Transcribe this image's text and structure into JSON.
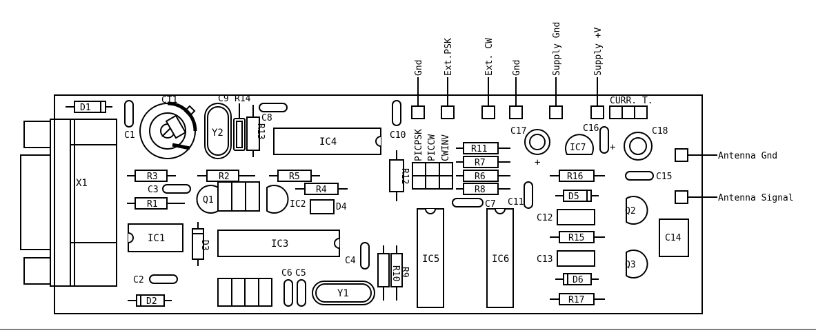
{
  "labels": {
    "D1": "D1",
    "D2": "D2",
    "D3": "D3",
    "D4": "D4",
    "D5": "D5",
    "D6": "D6",
    "CT1": "CT1",
    "C1": "C1",
    "C2": "C2",
    "C3": "C3",
    "C4": "C4",
    "C5": "C5",
    "C6": "C6",
    "C7": "C7",
    "C8": "C8",
    "C9": "C9",
    "C10": "C10",
    "C11": "C11",
    "C12": "C12",
    "C13": "C13",
    "C14": "C14",
    "C15": "C15",
    "C16": "C16",
    "C17": "C17",
    "C18": "C18",
    "R1": "R1",
    "R2": "R2",
    "R3": "R3",
    "R4": "R4",
    "R5": "R5",
    "R6": "R6",
    "R7": "R7",
    "R8": "R8",
    "R9": "R9",
    "R10": "R10",
    "R11": "R11",
    "R12": "R12",
    "R13": "R13",
    "R14": "R14",
    "R15": "R15",
    "R16": "R16",
    "R17": "R17",
    "IC1": "IC1",
    "IC2": "IC2",
    "IC3": "IC3",
    "IC4": "IC4",
    "IC5": "IC5",
    "IC6": "IC6",
    "IC7": "IC7",
    "Q1": "Q1",
    "Q2": "Q2",
    "Q3": "Q3",
    "X1": "X1",
    "Y1": "Y1",
    "Y2": "Y2",
    "CURR": "CURR. T.",
    "PICPSK": "PICPSK",
    "PICCW": "PICCW",
    "CWINV": "CWINV"
  },
  "connectors": {
    "gnd1": "Gnd",
    "ext_psk": "Ext.PSK",
    "ext_cw": "Ext. CW",
    "gnd2": "Gnd",
    "supply_gnd": "Supply Gnd",
    "supply_v": "Supply +V",
    "antenna_gnd": "Antenna Gnd",
    "antenna_signal": "Antenna Signal"
  },
  "polarity": {
    "plus": "+"
  }
}
